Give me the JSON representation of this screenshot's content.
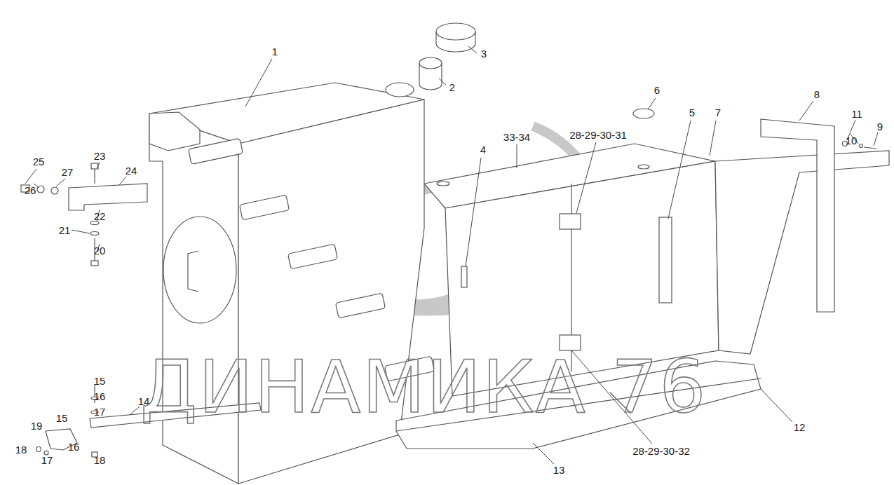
{
  "diagram": {
    "labels": [
      "1",
      "3",
      "2",
      "6",
      "8",
      "11",
      "9",
      "10",
      "5",
      "7",
      "33-34",
      "28-29-30-31",
      "4",
      "25",
      "23",
      "27",
      "24",
      "26",
      "22",
      "21",
      "20",
      "15",
      "16",
      "17",
      "14",
      "15",
      "19",
      "16",
      "18",
      "17",
      "18",
      "12",
      "28-29-30-32",
      "13",
      "ДИНАМИКА 76"
    ]
  }
}
